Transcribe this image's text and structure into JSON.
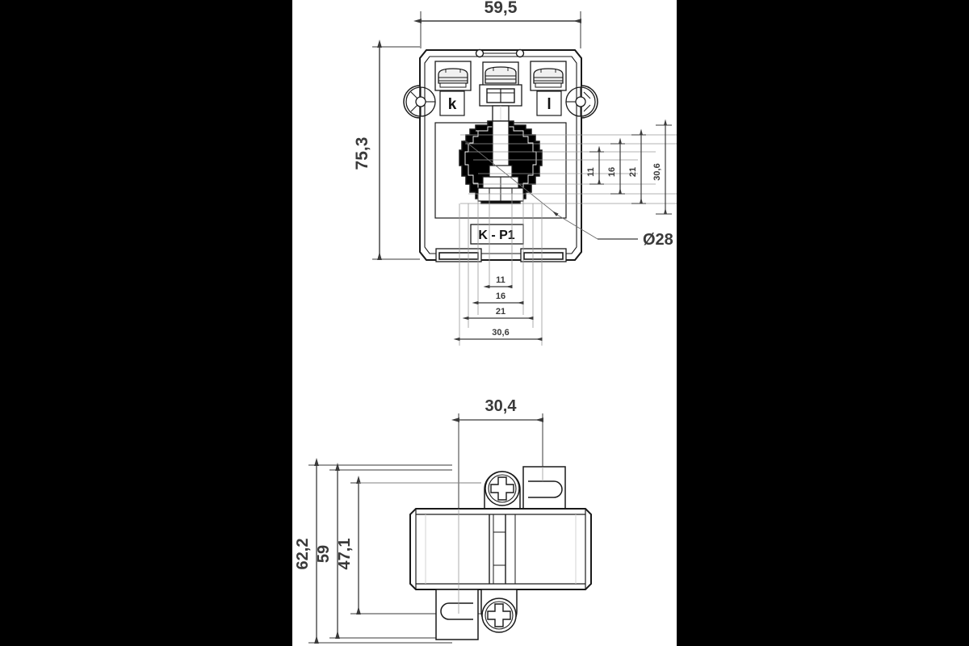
{
  "drawing": {
    "title": "Current transformer dimensional drawing",
    "background_color": "#000000",
    "paper_color": "#ffffff",
    "line_color": "#1a1a1a",
    "dim_color": "#3a3a3a",
    "core_fill": "#000000"
  },
  "views": {
    "top": {
      "name": "top-view",
      "terminal_labels": {
        "left": "k",
        "right": "l"
      },
      "polarity_label": "K - P1"
    },
    "front": {
      "name": "front-view"
    }
  },
  "dimensions": {
    "top_width": "59,5",
    "top_height": "75,3",
    "bore_diameter": "Ø28",
    "right_chain": [
      "11",
      "16",
      "21",
      "30,6"
    ],
    "bottom_chain": [
      "11",
      "16",
      "21",
      "30,6"
    ],
    "front_width": "30,4",
    "front_heights": [
      "62,2",
      "59",
      "47,1"
    ]
  }
}
